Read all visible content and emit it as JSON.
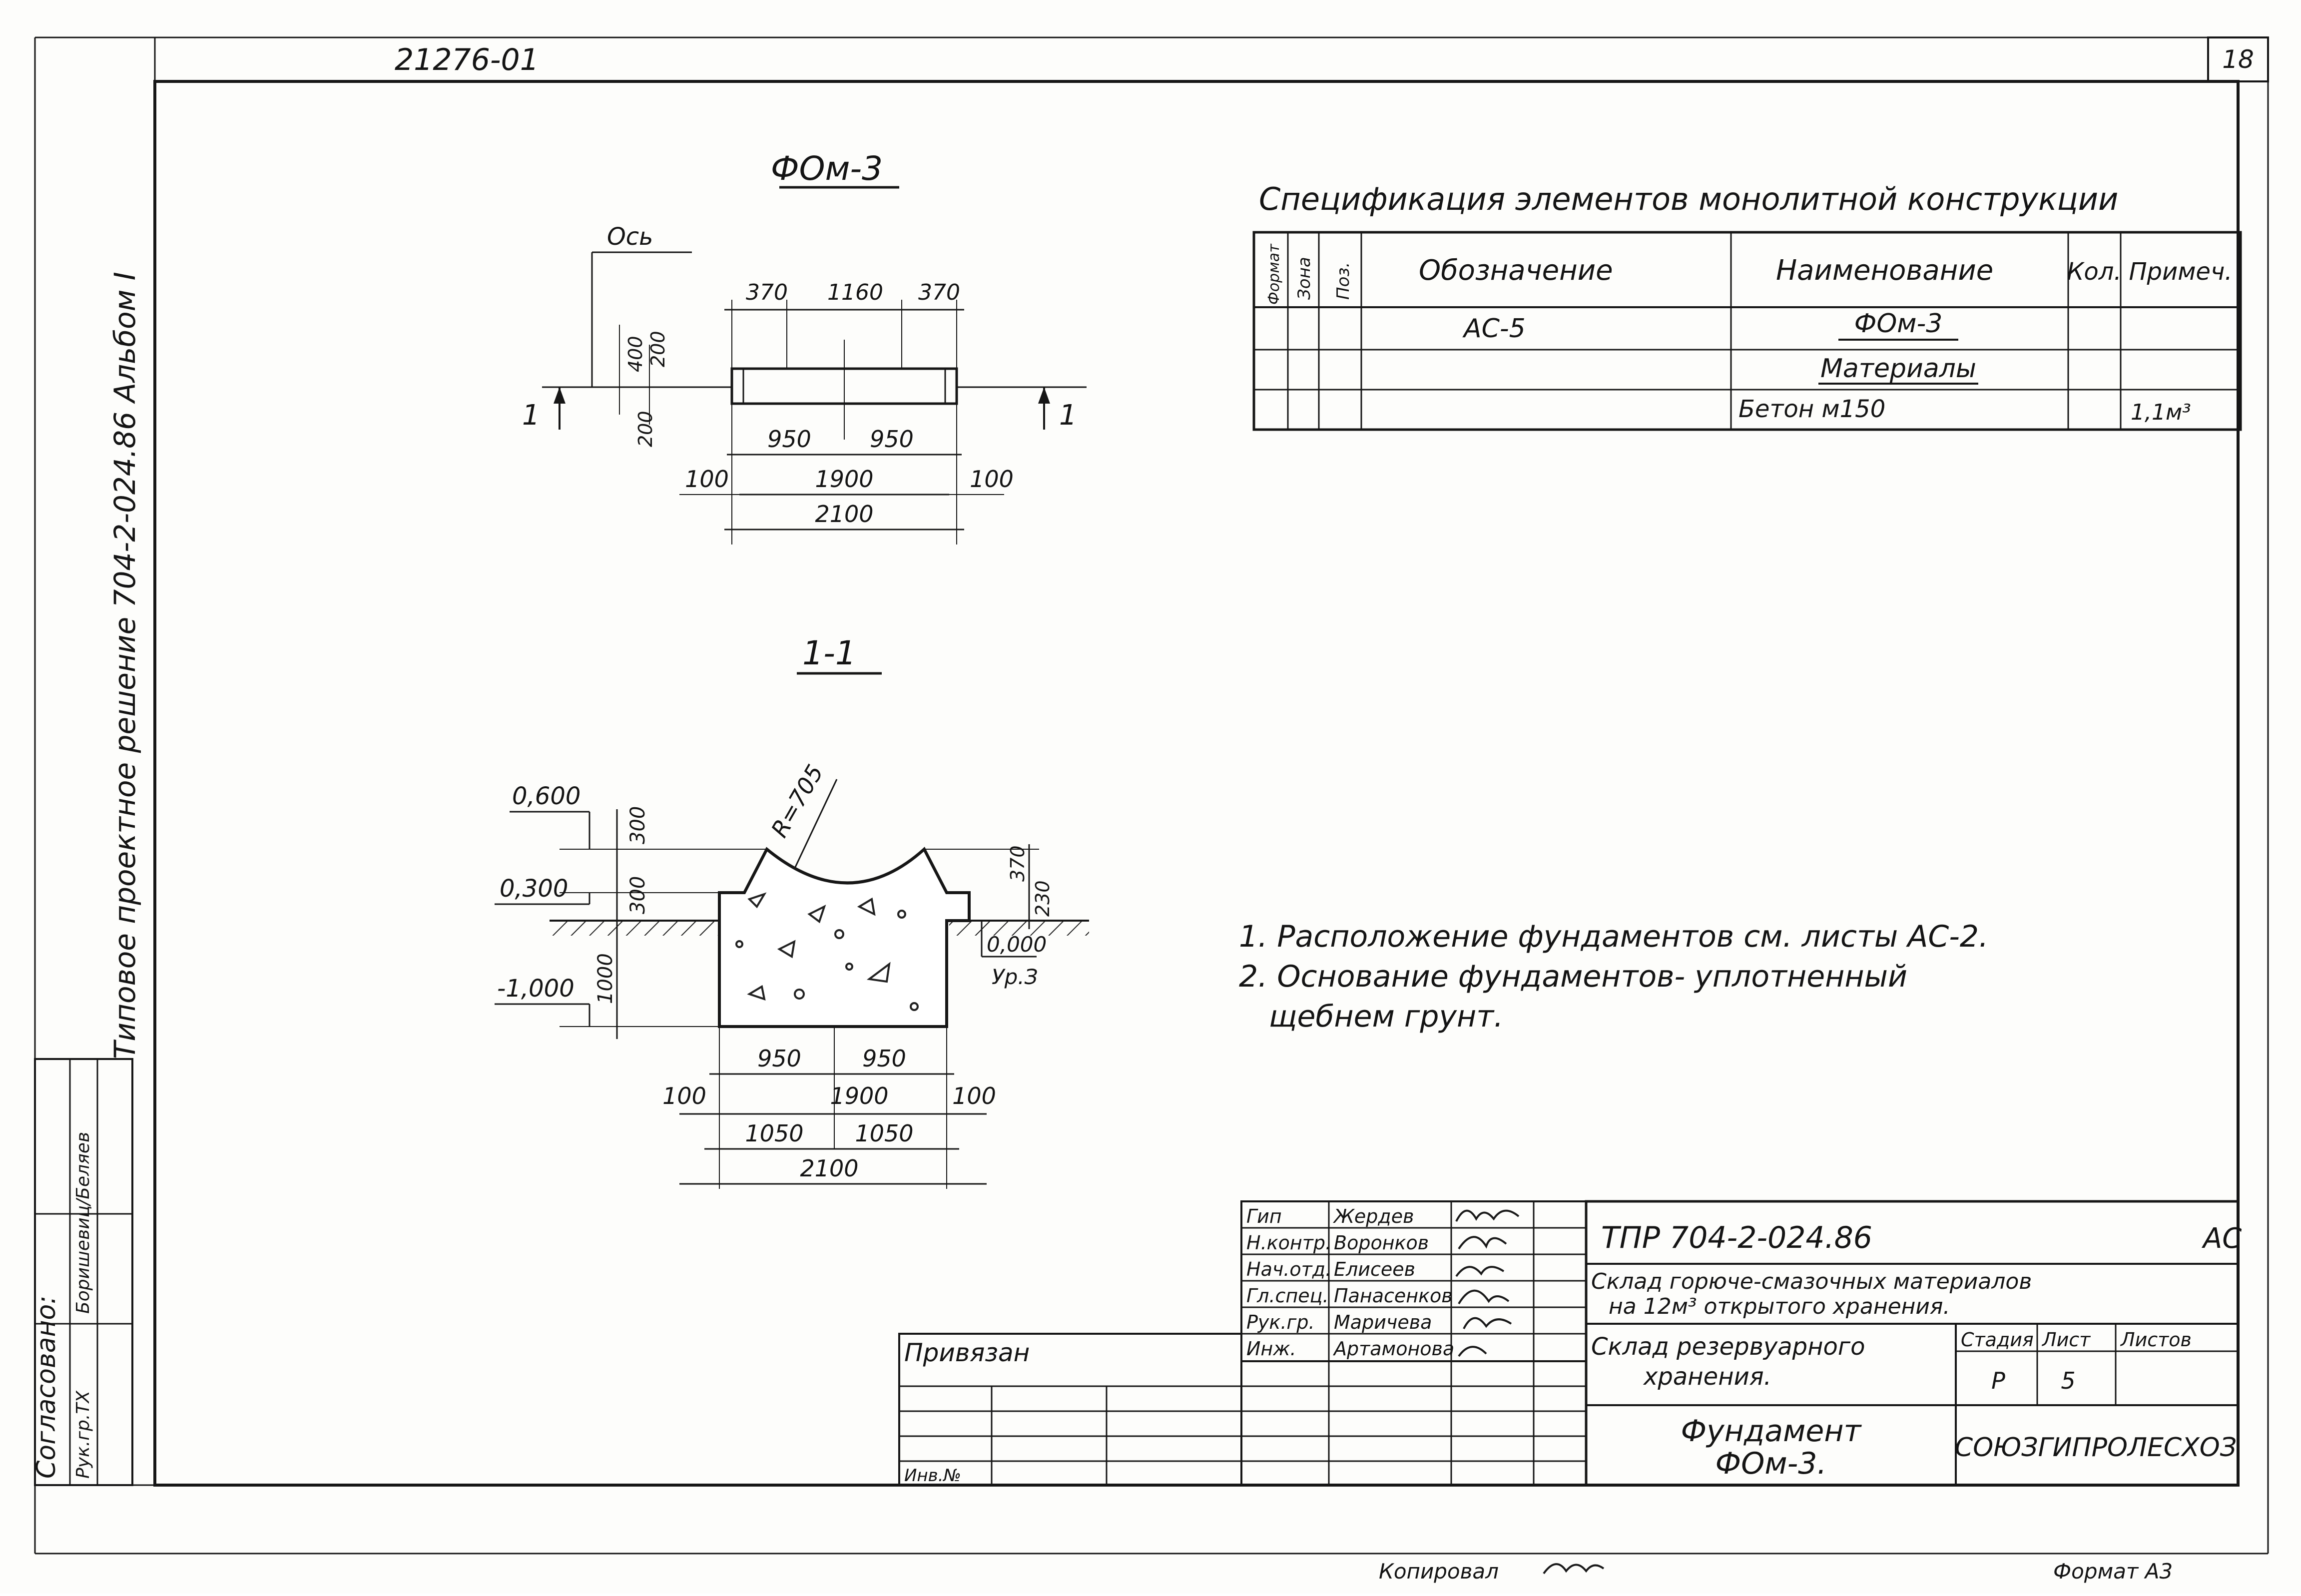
{
  "sheet": {
    "archive_number": "21276-01",
    "page_number": "18",
    "left_margin_text": "Типовое проектное решение   704-2-024.86     Альбом I",
    "agreed_label": "Согласовано:",
    "agreed_row1_role": "Рук.гр.ТХ",
    "agreed_row1_name": "Боришевиц/Беляев",
    "copied_by": "Копировал",
    "format_label": "Формат А3"
  },
  "plan": {
    "title": "ФОм-3",
    "axis_label": "Ось",
    "section_marks": [
      "1",
      "1"
    ],
    "dims_top": [
      "370",
      "1160",
      "370"
    ],
    "dims_height": [
      "400",
      "200",
      "200"
    ],
    "dims_bottom_halves": [
      "950",
      "950"
    ],
    "dims_bottom_total": [
      "100",
      "1900",
      "100"
    ],
    "dims_overall": "2100"
  },
  "section": {
    "title": "1-1",
    "radius": "R=705",
    "elevations": [
      "0,600",
      "0,300",
      "-1,000"
    ],
    "dims_left": [
      "300",
      "300",
      "1000"
    ],
    "dims_right": [
      "370",
      "230"
    ],
    "ground_elevation": "0,000",
    "ground_label": "Ур.З",
    "dims_bottom_halves": [
      "950",
      "950"
    ],
    "dims_bottom_total": [
      "100",
      "1900",
      "100"
    ],
    "dims_sub": [
      "1050",
      "1050"
    ],
    "dims_overall": "2100"
  },
  "spec": {
    "title": "Спецификация элементов монолитной конструкции",
    "headers": [
      "Формат",
      "Зона",
      "Поз.",
      "Обозначение",
      "Наименование",
      "Кол.",
      "Примеч."
    ],
    "rows": [
      {
        "designation": "АС-5",
        "name": "ФОм-3",
        "qty": "",
        "note": ""
      },
      {
        "designation": "",
        "name": "Материалы",
        "qty": "",
        "note": ""
      },
      {
        "designation": "",
        "name": "Бетон м150",
        "qty": "",
        "note": "1,1м³"
      }
    ]
  },
  "notes": [
    "1. Расположение фундаментов см. листы АС-2.",
    "2. Основание фундаментов- уплотненный",
    "щебнем грунт."
  ],
  "title_block": {
    "attached_label": "Привязан",
    "inv_label": "Инв.№",
    "signatories": [
      {
        "role": "Гип",
        "name": "Жердев"
      },
      {
        "role": "Н.контр.",
        "name": "Воронков"
      },
      {
        "role": "Нач.отд.",
        "name": "Елисеев"
      },
      {
        "role": "Гл.спец.",
        "name": "Панасенков"
      },
      {
        "role": "Рук.гр.",
        "name": "Маричева"
      },
      {
        "role": "Инж.",
        "name": "Артамонова"
      }
    ],
    "code": "ТПР 704-2-024.86",
    "mark": "АС",
    "project_title_line1": "Склад горюче-смазочных материалов",
    "project_title_line2": "на 12м³ открытого хранения.",
    "object_line1": "Склад резервуарного",
    "object_line2": "хранения.",
    "stage_label": "Стадия",
    "sheet_label": "Лист",
    "sheets_label": "Листов",
    "stage": "Р",
    "sheet": "5",
    "sheets": "",
    "drawing_name_line1": "Фундамент",
    "drawing_name_line2": "ФОм-3.",
    "organization": "СОЮЗГИПРОЛЕСХОЗ"
  }
}
